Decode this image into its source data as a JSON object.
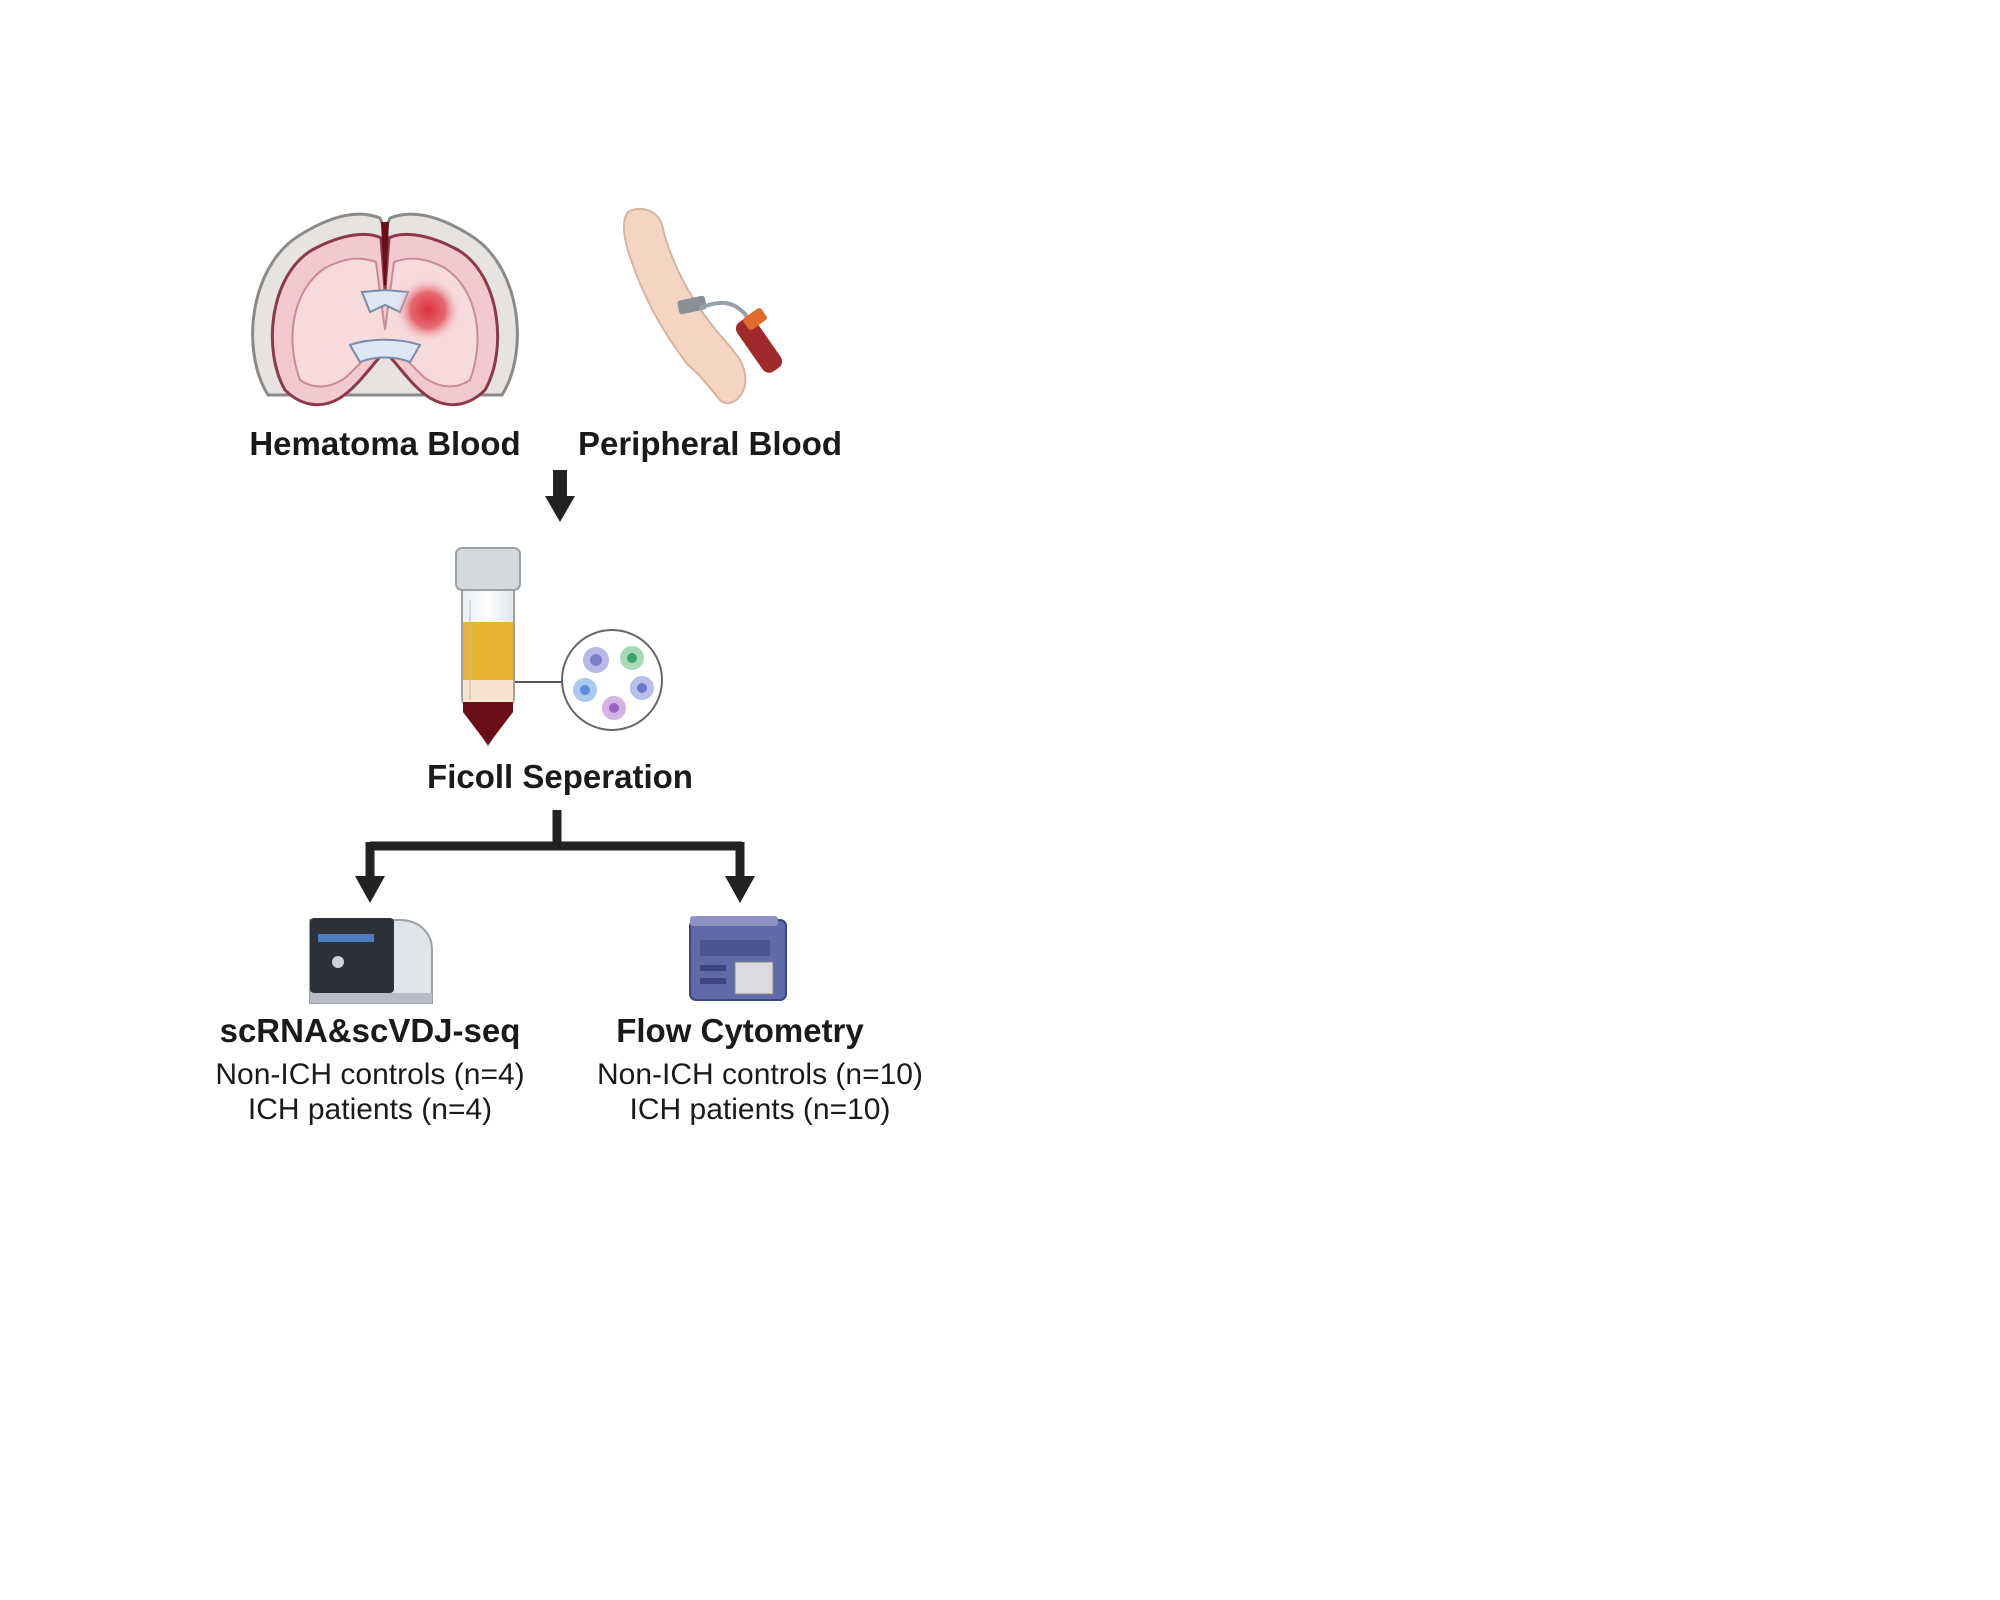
{
  "sources": {
    "hematoma_label": "Hematoma Blood",
    "peripheral_label": "Peripheral Blood"
  },
  "separation": {
    "label": "Ficoll Seperation"
  },
  "methods": [
    {
      "title": "scRNA&scVDJ-seq",
      "lines": [
        "Non-ICH controls (n=4)",
        "ICH patients (n=4)"
      ]
    },
    {
      "title": "Flow Cytometry",
      "lines": [
        "Non-ICH controls (n=10)",
        "ICH patients (n=10)"
      ]
    }
  ],
  "icons": [
    "brain-hematoma-icon",
    "arm-blood-draw-icon",
    "ficoll-tube-icon",
    "cell-magnifier-icon",
    "sequencer-icon",
    "flow-cytometer-icon"
  ],
  "colors": {
    "arrow": "#222222",
    "brain_tissue": "#f2c9cc",
    "brain_outline": "#8a3a4a",
    "hematoma": "#d8323c",
    "plasma": "#e8b32f",
    "blood": "#6a0e18",
    "cytometer": "#5f6aa8"
  }
}
